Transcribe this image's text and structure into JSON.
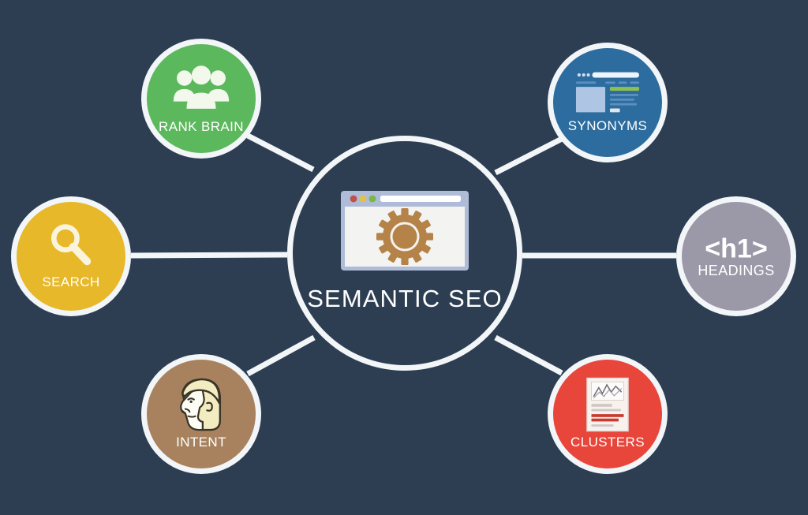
{
  "diagram": {
    "title": "Semantic SEO",
    "background_color": "#2d3e52",
    "connector_color": "#f3f6f8",
    "center": {
      "label": "SEMANTIC SEO",
      "icon": "browser-gear-icon"
    },
    "nodes": [
      {
        "id": "rank-brain",
        "label": "RANK BRAIN",
        "icon": "people-group-icon",
        "color": "#5cb85c",
        "position": "top-left"
      },
      {
        "id": "synonyms",
        "label": "SYNONYMS",
        "icon": "webpage-layout-icon",
        "color": "#2c6c9e",
        "position": "top-right"
      },
      {
        "id": "search",
        "label": "SEARCH",
        "icon": "magnifying-glass-icon",
        "color": "#e7b82a",
        "position": "left"
      },
      {
        "id": "headings",
        "label": "HEADINGS",
        "icon": "h1-tag-icon",
        "icon_text": "<h1>",
        "color": "#9b99a8",
        "position": "right"
      },
      {
        "id": "intent",
        "label": "INTENT",
        "icon": "head-profile-icon",
        "color": "#a8825e",
        "position": "bottom-left"
      },
      {
        "id": "clusters",
        "label": "CLUSTERS",
        "icon": "document-chart-icon",
        "color": "#e8463b",
        "position": "bottom-right"
      }
    ]
  }
}
